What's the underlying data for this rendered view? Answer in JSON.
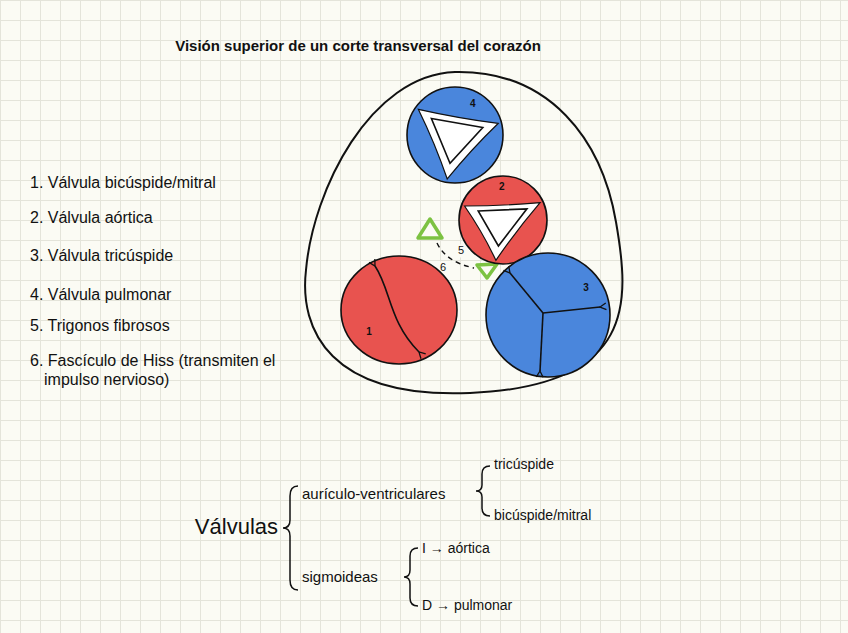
{
  "diagram": {
    "title": "Visión superior de un corte transversal del corazón",
    "nodes": [
      {
        "text": [
          "4"
        ]
      },
      {
        "text": [
          "2"
        ]
      },
      {
        "text": [
          "1"
        ]
      },
      {
        "text": [
          "3"
        ]
      }
    ],
    "labels": [
      "1. Válvula bicúspide/mitral",
      "2. Válvula aórtica",
      "3. Válvula tricúspide",
      "4. Válvula pulmonar",
      "5. Trigonos fibrosos",
      "6. Fascículo de Hiss (transmiten el impulso nervioso)",
      "5",
      "6",
      "Válvulas",
      "aurículo-ventriculares",
      "tricúspide",
      "bicúspide/mitral",
      "sigmoideas",
      "I → aórtica",
      "D → pulmonar"
    ]
  }
}
